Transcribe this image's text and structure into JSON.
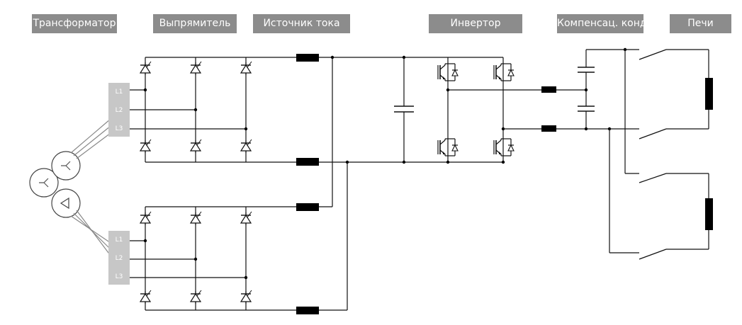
{
  "headers": {
    "transformer": "Трансформатор",
    "rectifier": "Выпрямитель",
    "current_source": "Источник тока",
    "inverter": "Инвертор",
    "compensation": "Компенсац. конд.",
    "furnaces": "Печи"
  },
  "phase_labels": {
    "top": [
      "L1",
      "L2",
      "L3"
    ],
    "bottom": [
      "L1",
      "L2",
      "L3"
    ]
  }
}
